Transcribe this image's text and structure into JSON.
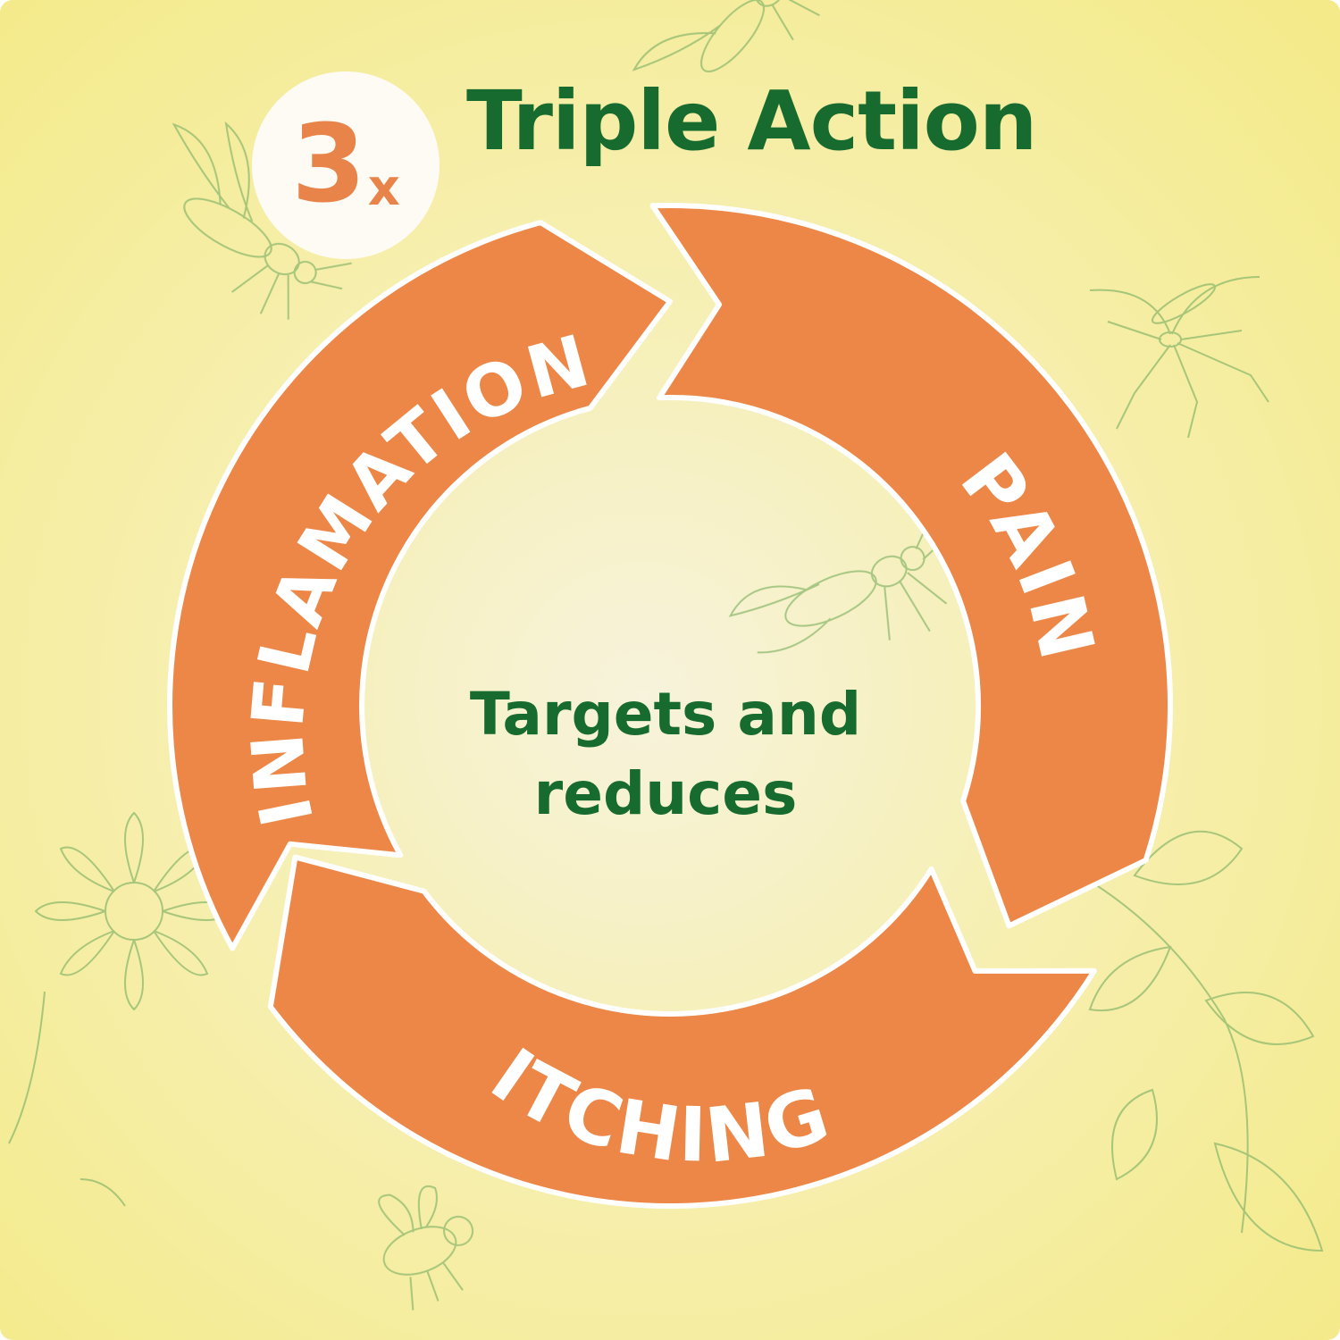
{
  "header": {
    "badge_number": "3",
    "badge_suffix": "x",
    "title": "Triple Action"
  },
  "cycle": {
    "segments": [
      {
        "label": "INFLAMATION"
      },
      {
        "label": "PAIN"
      },
      {
        "label": "ITCHING"
      }
    ],
    "center_line1": "Targets and",
    "center_line2": "reduces"
  },
  "colors": {
    "arrow_fill": "#ec8748",
    "arrow_outline": "#ffffff",
    "text_green": "#176b2e",
    "background": "#f6efb0",
    "doodle_green": "#8db86d"
  },
  "icons": [
    "wasp-icon",
    "mosquito-icon",
    "bee-icon",
    "flower-icon",
    "leaf-icon"
  ]
}
